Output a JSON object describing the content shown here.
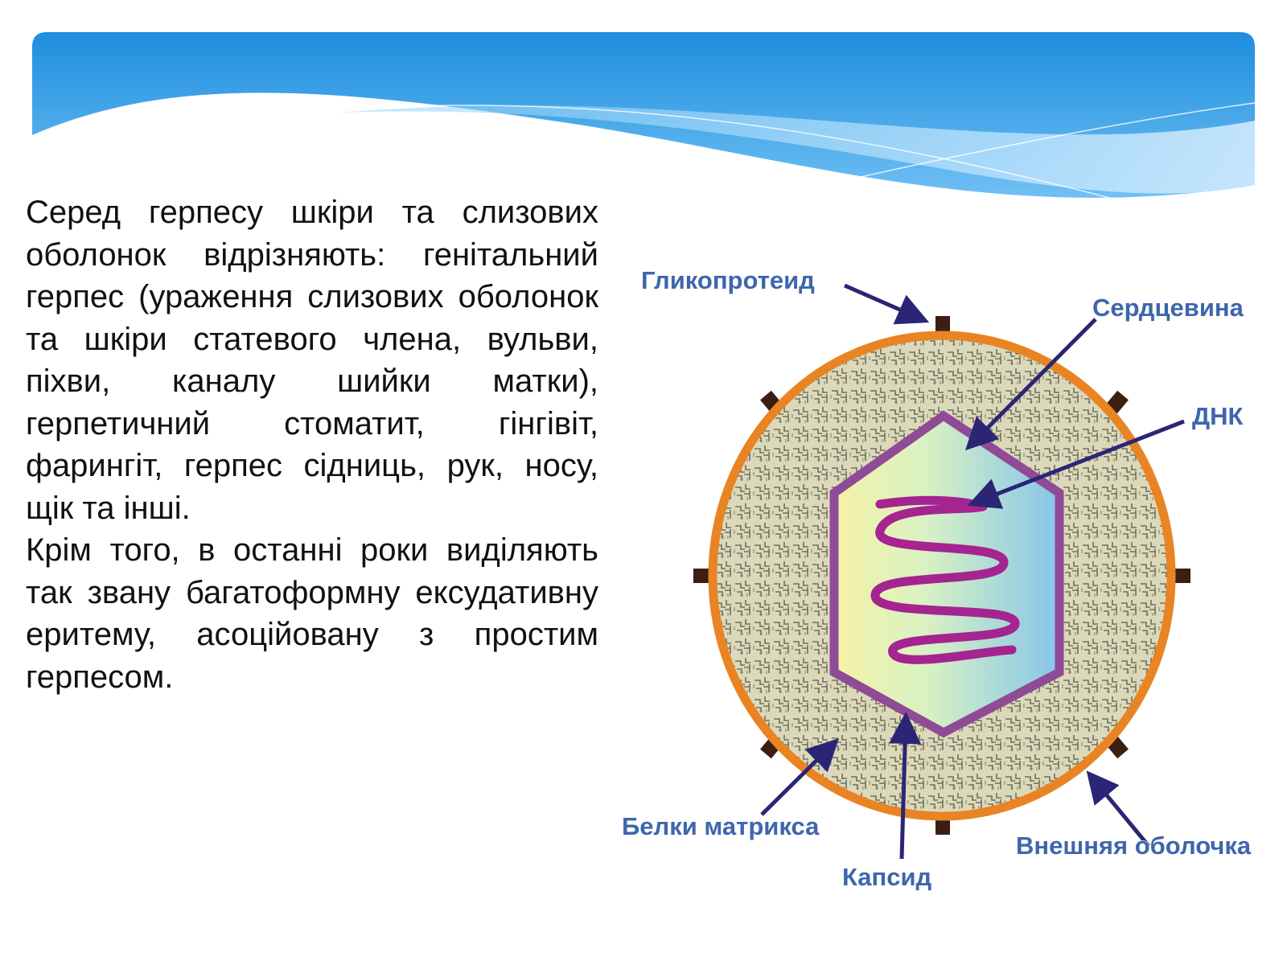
{
  "text": {
    "paragraph_1": "Серед герпесу шкіри та слизових оболонок відрізняють: генітальний герпес (ураження слизових оболонок та шкіри статевого члена, вульви, піхви, каналу шийки матки), герпетичний стоматит, гінгівіт, фарингіт, герпес сідниць, рук, носу, щік та інші.",
    "paragraph_2": "Крім того, в останні роки виділяють так звану багатоформну ексудативну еритему, асоційовану з простим герпесом."
  },
  "diagram": {
    "labels": {
      "glycoprotein": "Гликопротеид",
      "core": "Сердцевина",
      "dna": "ДНК",
      "matrix_proteins": "Белки матрикса",
      "capsid": "Капсид",
      "envelope": "Внешняя оболочка"
    },
    "colors": {
      "envelope": "#e98424",
      "matrix": "#d6d3b4",
      "capsid_outline": "#8f4b96",
      "dna": "#a5248f",
      "arrow": "#2a2675",
      "label": "#3e66ad",
      "banner": "#1c8fe0"
    }
  }
}
